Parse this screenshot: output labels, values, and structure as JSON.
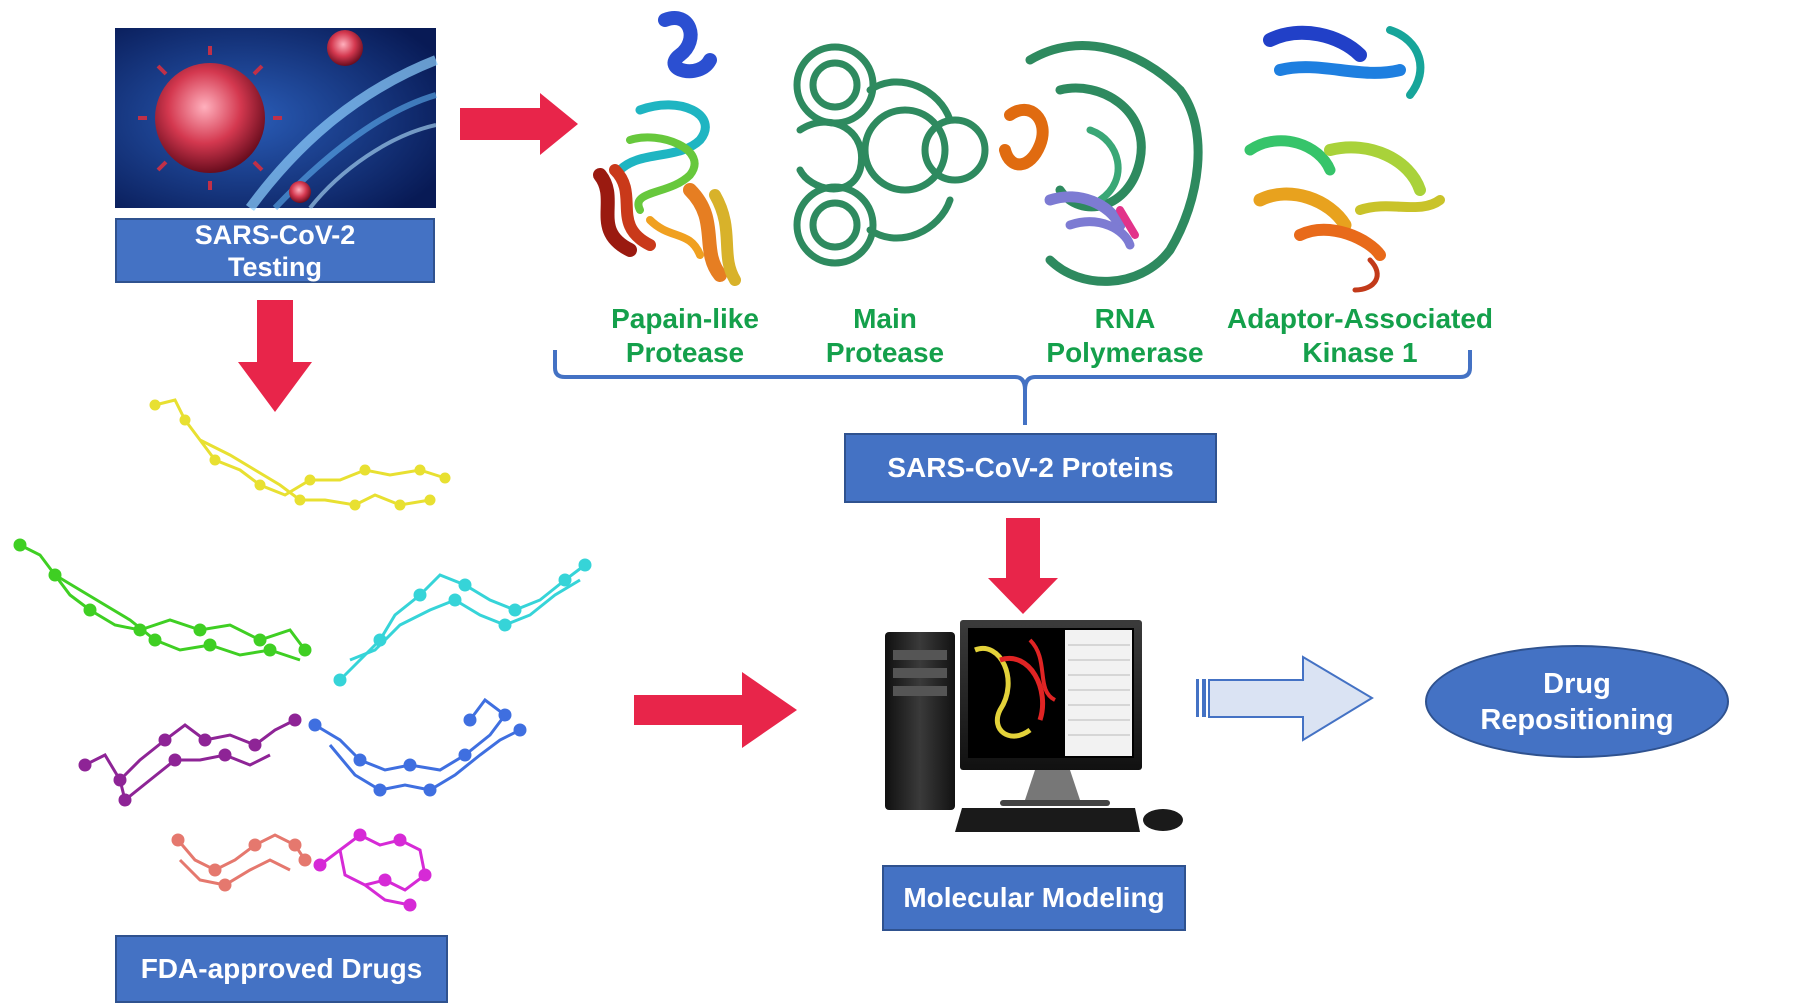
{
  "testing": {
    "line1": "SARS-CoV-2",
    "line2": "Testing"
  },
  "proteins": [
    {
      "line1": "Papain-like",
      "line2": "Protease"
    },
    {
      "line1": "Main",
      "line2": "Protease"
    },
    {
      "line1": "RNA",
      "line2": "Polymerase"
    },
    {
      "line1": "Adaptor-Associated",
      "line2": "Kinase 1"
    }
  ],
  "proteins_box": "SARS-CoV-2 Proteins",
  "drugs_box": "FDA-approved Drugs",
  "modeling_box": "Molecular Modeling",
  "outcome": {
    "line1": "Drug",
    "line2": "Repositioning"
  },
  "colors": {
    "box_fill": "#4472c4",
    "protein_label": "#14a04b",
    "arrow": "#e8254a",
    "outline_arrow": "#dae3f3",
    "molecule_colors": [
      "#e8e031",
      "#3fcf23",
      "#36d4d8",
      "#8e2496",
      "#3f6fe0",
      "#e5786e",
      "#d62ad6"
    ]
  }
}
